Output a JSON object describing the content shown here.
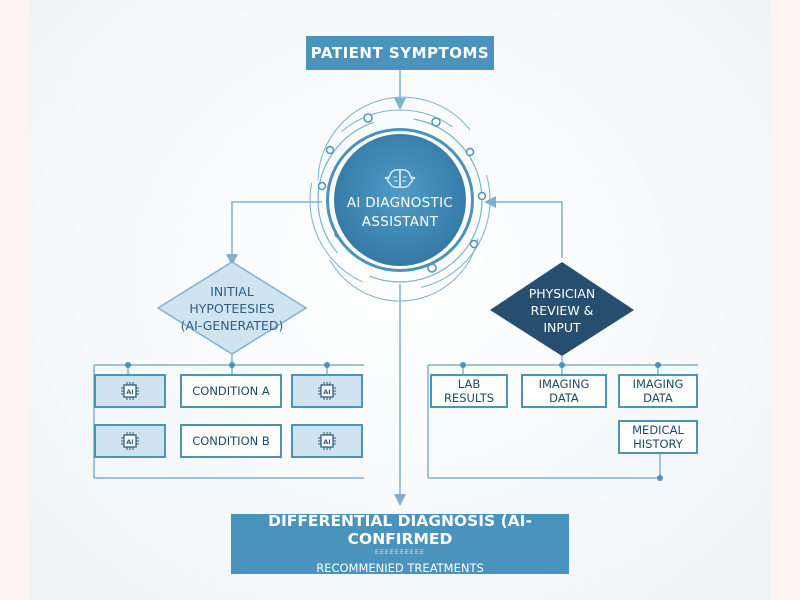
{
  "header": {
    "title": "PATIENT SYMPTOMS"
  },
  "hub": {
    "line1": "AI DIAGNOSTIC",
    "line2": "ASSISTANT",
    "icon": "brain-circuit-icon"
  },
  "left_branch": {
    "lines": [
      "INITIAL",
      "HYPOTEESIES",
      "(AI-GENERATED)"
    ],
    "chip_label": "AI",
    "conditions": [
      "CONDITION A",
      "CONDITION B"
    ]
  },
  "right_branch": {
    "lines": [
      "PHYSICIAN",
      "REVIEW &",
      "INPUT"
    ],
    "boxes": [
      {
        "lines": [
          "LAB",
          "RESULTS"
        ]
      },
      {
        "lines": [
          "IMAGING",
          "DATA"
        ]
      },
      {
        "lines": [
          "IMAGING",
          "DATA"
        ]
      },
      {
        "lines": [
          "MEDICAL",
          "HISTORY"
        ]
      }
    ]
  },
  "footer": {
    "title": "DIFFERENTIAL DIAGNOSIS (AI-CONFIRMED",
    "fine_print": "EEEEEEEEEE",
    "subtitle": "RECOMMENIED TREATMENTS"
  },
  "colors": {
    "primary": "#4a93bd",
    "dark": "#2e5f82",
    "light_diamond": "#cfe4f0",
    "navy_diamond": "#264e6e",
    "line": "#7db1cf"
  }
}
